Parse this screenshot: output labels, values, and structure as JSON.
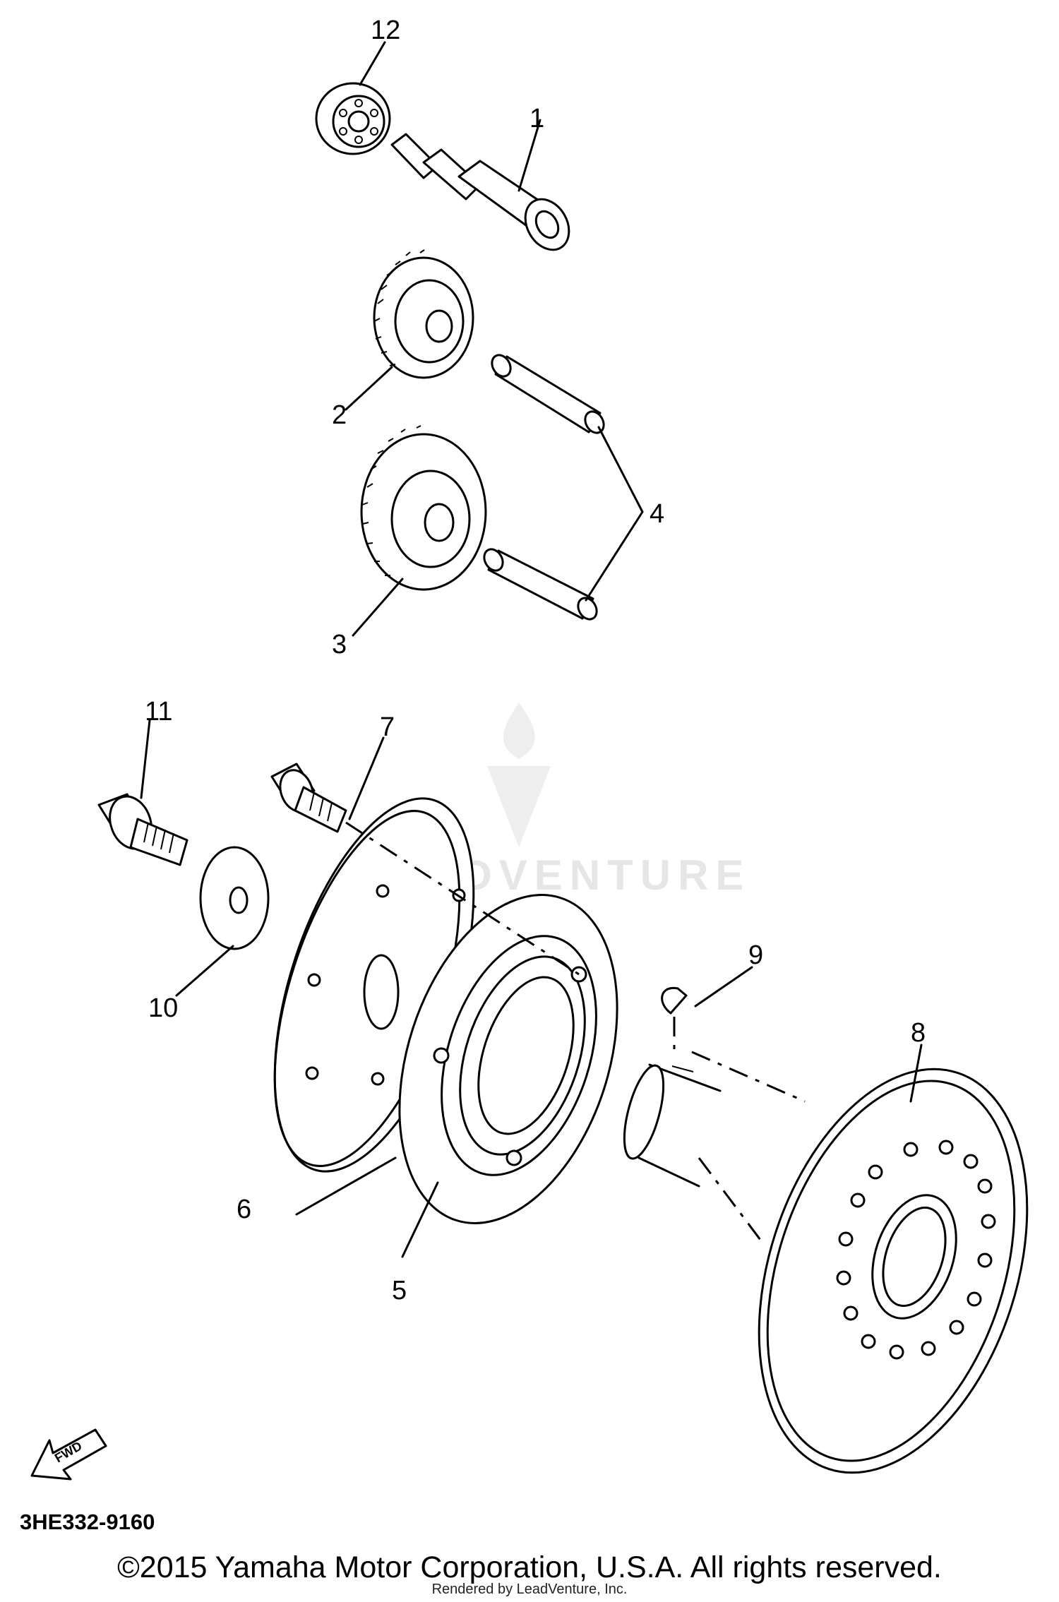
{
  "watermark": {
    "text": "ADVENTURE"
  },
  "callouts": [
    "1",
    "2",
    "3",
    "4",
    "5",
    "6",
    "7",
    "8",
    "9",
    "10",
    "11",
    "12"
  ],
  "fwd": {
    "label": "FWD"
  },
  "diagram_code": "3HE332-9160",
  "copyright": "©2015 Yamaha Motor Corporation, U.S.A. All rights reserved.",
  "rendered_by": "Rendered by LeadVenture, Inc."
}
